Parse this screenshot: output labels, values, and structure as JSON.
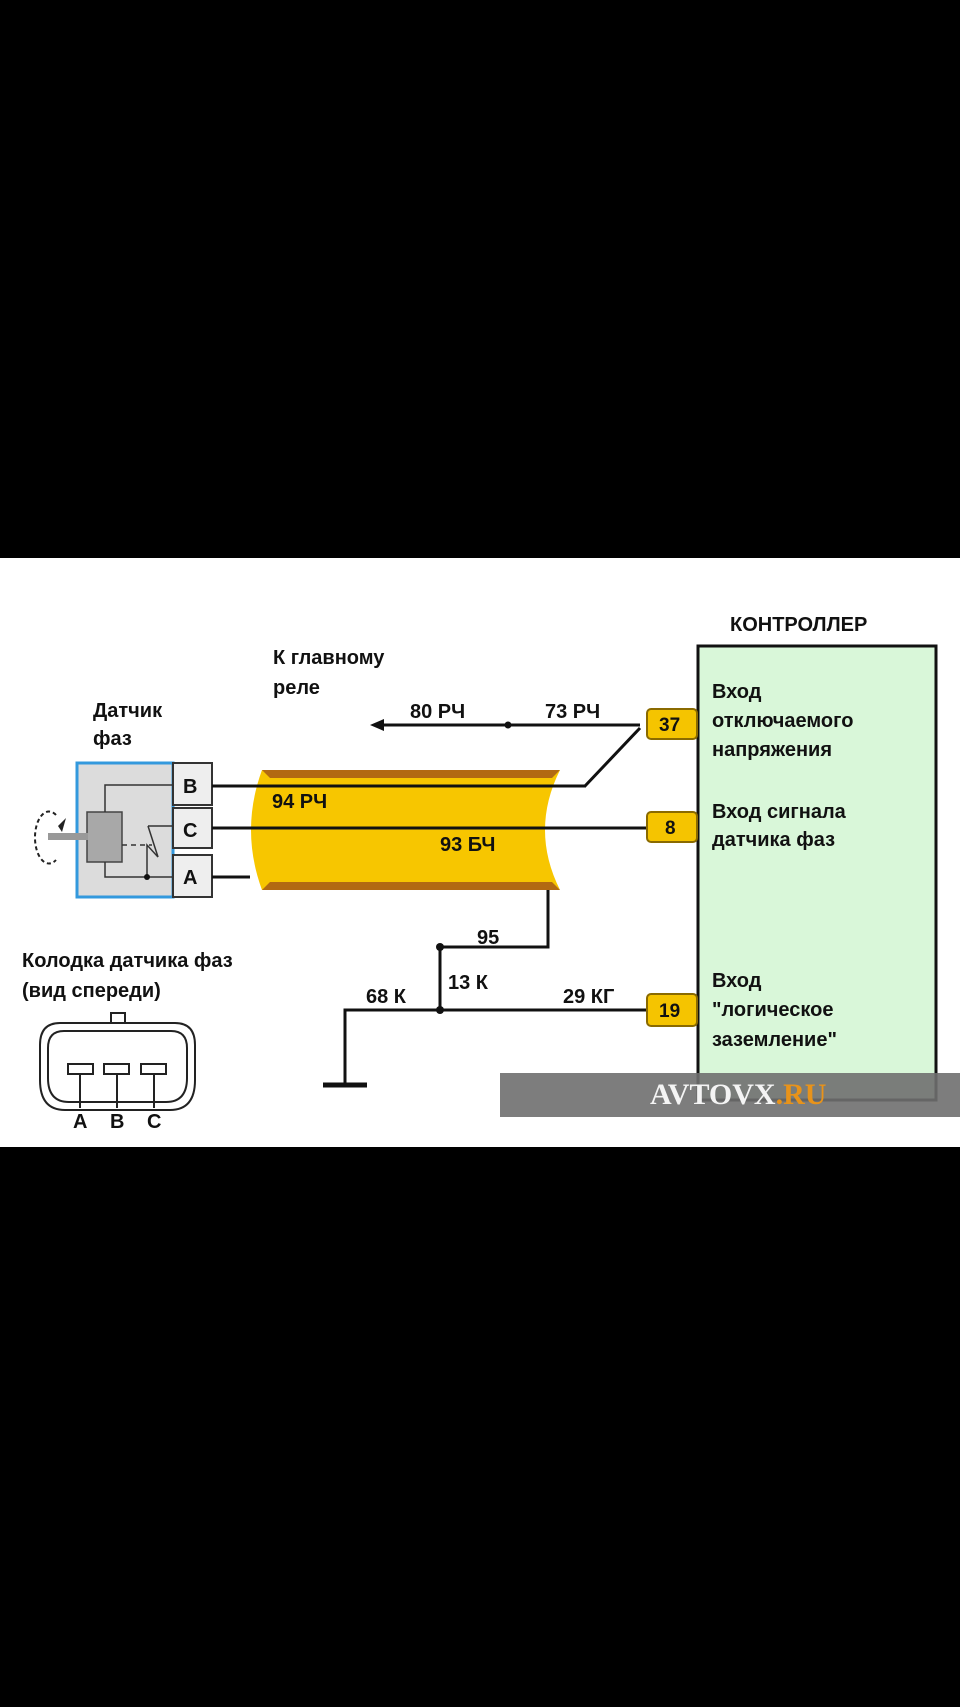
{
  "controller": {
    "title": "КОНТРОЛЛЕР",
    "inputs": [
      {
        "pin": "37",
        "lines": [
          "Вход",
          "отключаемого",
          "напряжения"
        ]
      },
      {
        "pin": "8",
        "lines": [
          "Вход сигнала",
          "датчика фаз"
        ]
      },
      {
        "pin": "19",
        "lines": [
          "Вход",
          "\"логическое",
          "заземление\""
        ]
      }
    ]
  },
  "relay_label": [
    "К главному",
    "реле"
  ],
  "sensor": {
    "title": [
      "Датчик",
      "фаз"
    ],
    "pins": [
      "B",
      "C",
      "A"
    ]
  },
  "wires": {
    "w80": "80 РЧ",
    "w73": "73 РЧ",
    "w94": "94 РЧ",
    "w93": "93 БЧ",
    "w95": "95",
    "w13": "13 К",
    "w68": "68 К",
    "w29": "29 КГ"
  },
  "connector": {
    "title": "Колодка датчика фаз",
    "subtitle": "(вид спереди)",
    "pins": [
      "A",
      "B",
      "C"
    ]
  },
  "watermark": {
    "main": "AVTOVX",
    "suffix": ".RU",
    "suffix_color": "#e8931a"
  },
  "colors": {
    "cable": "#f7c600",
    "cable_stripe": "#b26a12",
    "controller_fill": "#d9f7d9",
    "pin_fill": "#f5c400",
    "sensor_border": "#3399dd"
  }
}
